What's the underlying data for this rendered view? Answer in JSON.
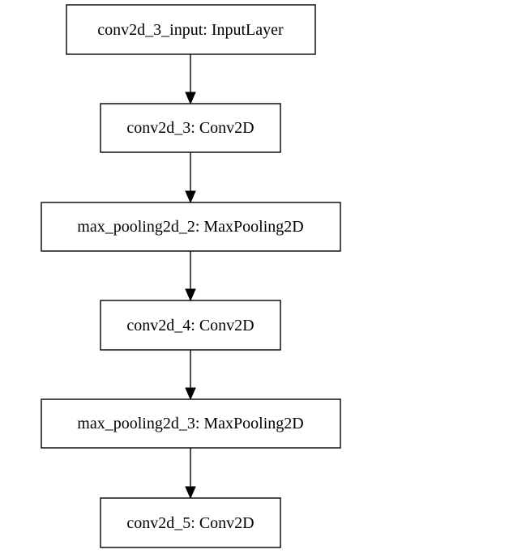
{
  "diagram": {
    "nodes": [
      {
        "id": "n0",
        "label": "conv2d_3_input: InputLayer"
      },
      {
        "id": "n1",
        "label": "conv2d_3: Conv2D"
      },
      {
        "id": "n2",
        "label": "max_pooling2d_2: MaxPooling2D"
      },
      {
        "id": "n3",
        "label": "conv2d_4: Conv2D"
      },
      {
        "id": "n4",
        "label": "max_pooling2d_3: MaxPooling2D"
      },
      {
        "id": "n5",
        "label": "conv2d_5: Conv2D"
      }
    ],
    "edges": [
      {
        "from": "n0",
        "to": "n1"
      },
      {
        "from": "n1",
        "to": "n2"
      },
      {
        "from": "n2",
        "to": "n3"
      },
      {
        "from": "n3",
        "to": "n4"
      },
      {
        "from": "n4",
        "to": "n5"
      }
    ]
  }
}
